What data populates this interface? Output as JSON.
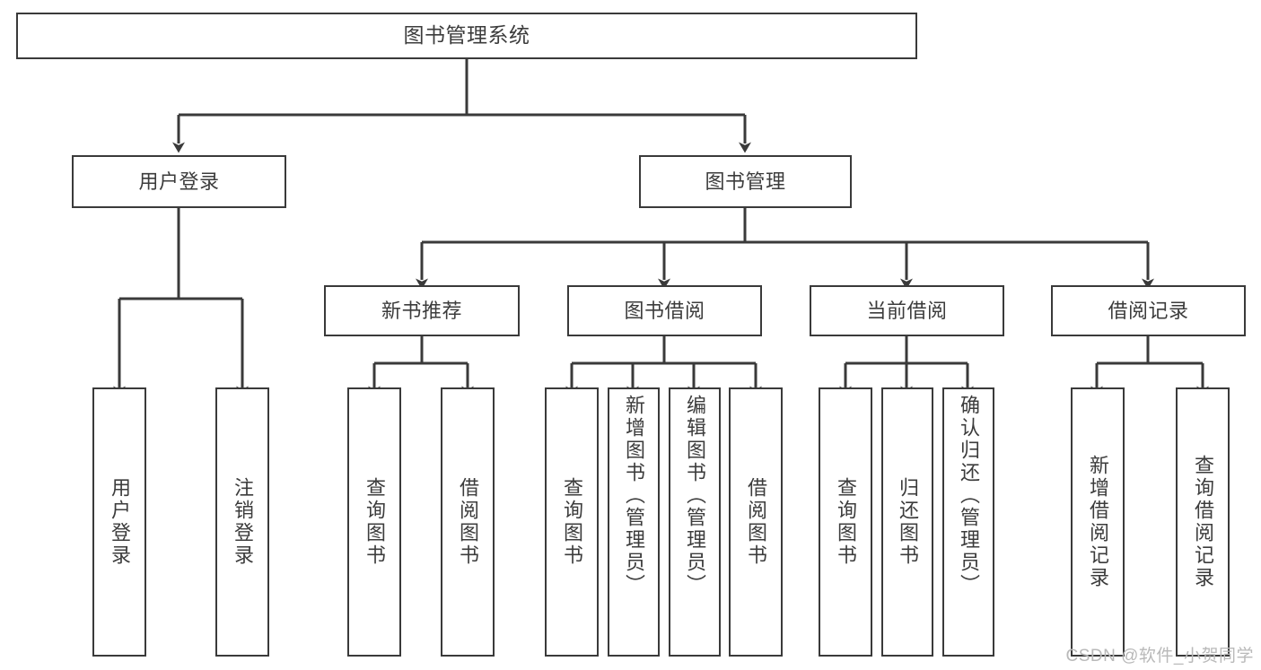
{
  "diagram": {
    "title": "图书管理系统",
    "type": "tree-hierarchy-chart",
    "background_color": "#ffffff",
    "border_color": "#3a3a3a",
    "text_color": "#3c3c3c",
    "connector_color": "#3a3a3a"
  },
  "watermark": {
    "text": "CSDN @软件_小贺同学",
    "color": "#b9b9b9"
  },
  "root": {
    "label": "图书管理系统"
  },
  "level2": [
    {
      "label": "用户登录"
    },
    {
      "label": "图书管理"
    }
  ],
  "level3": [
    {
      "label": "新书推荐"
    },
    {
      "label": "图书借阅"
    },
    {
      "label": "当前借阅"
    },
    {
      "label": "借阅记录"
    }
  ],
  "leaves": {
    "user_login": [
      {
        "label": "用户登录"
      },
      {
        "label": "注销登录"
      }
    ],
    "new_book_recommend": [
      {
        "label": "查询图书"
      },
      {
        "label": "借阅图书"
      }
    ],
    "book_borrow": [
      {
        "label": "查询图书"
      },
      {
        "label": "新增图书（管理员）"
      },
      {
        "label": "编辑图书（管理员）"
      },
      {
        "label": "借阅图书"
      }
    ],
    "current_borrow": [
      {
        "label": "查询图书"
      },
      {
        "label": "归还图书"
      },
      {
        "label": "确认归还（管理员）"
      }
    ],
    "borrow_records": [
      {
        "label": "新增借阅记录"
      },
      {
        "label": "查询借阅记录"
      }
    ]
  }
}
